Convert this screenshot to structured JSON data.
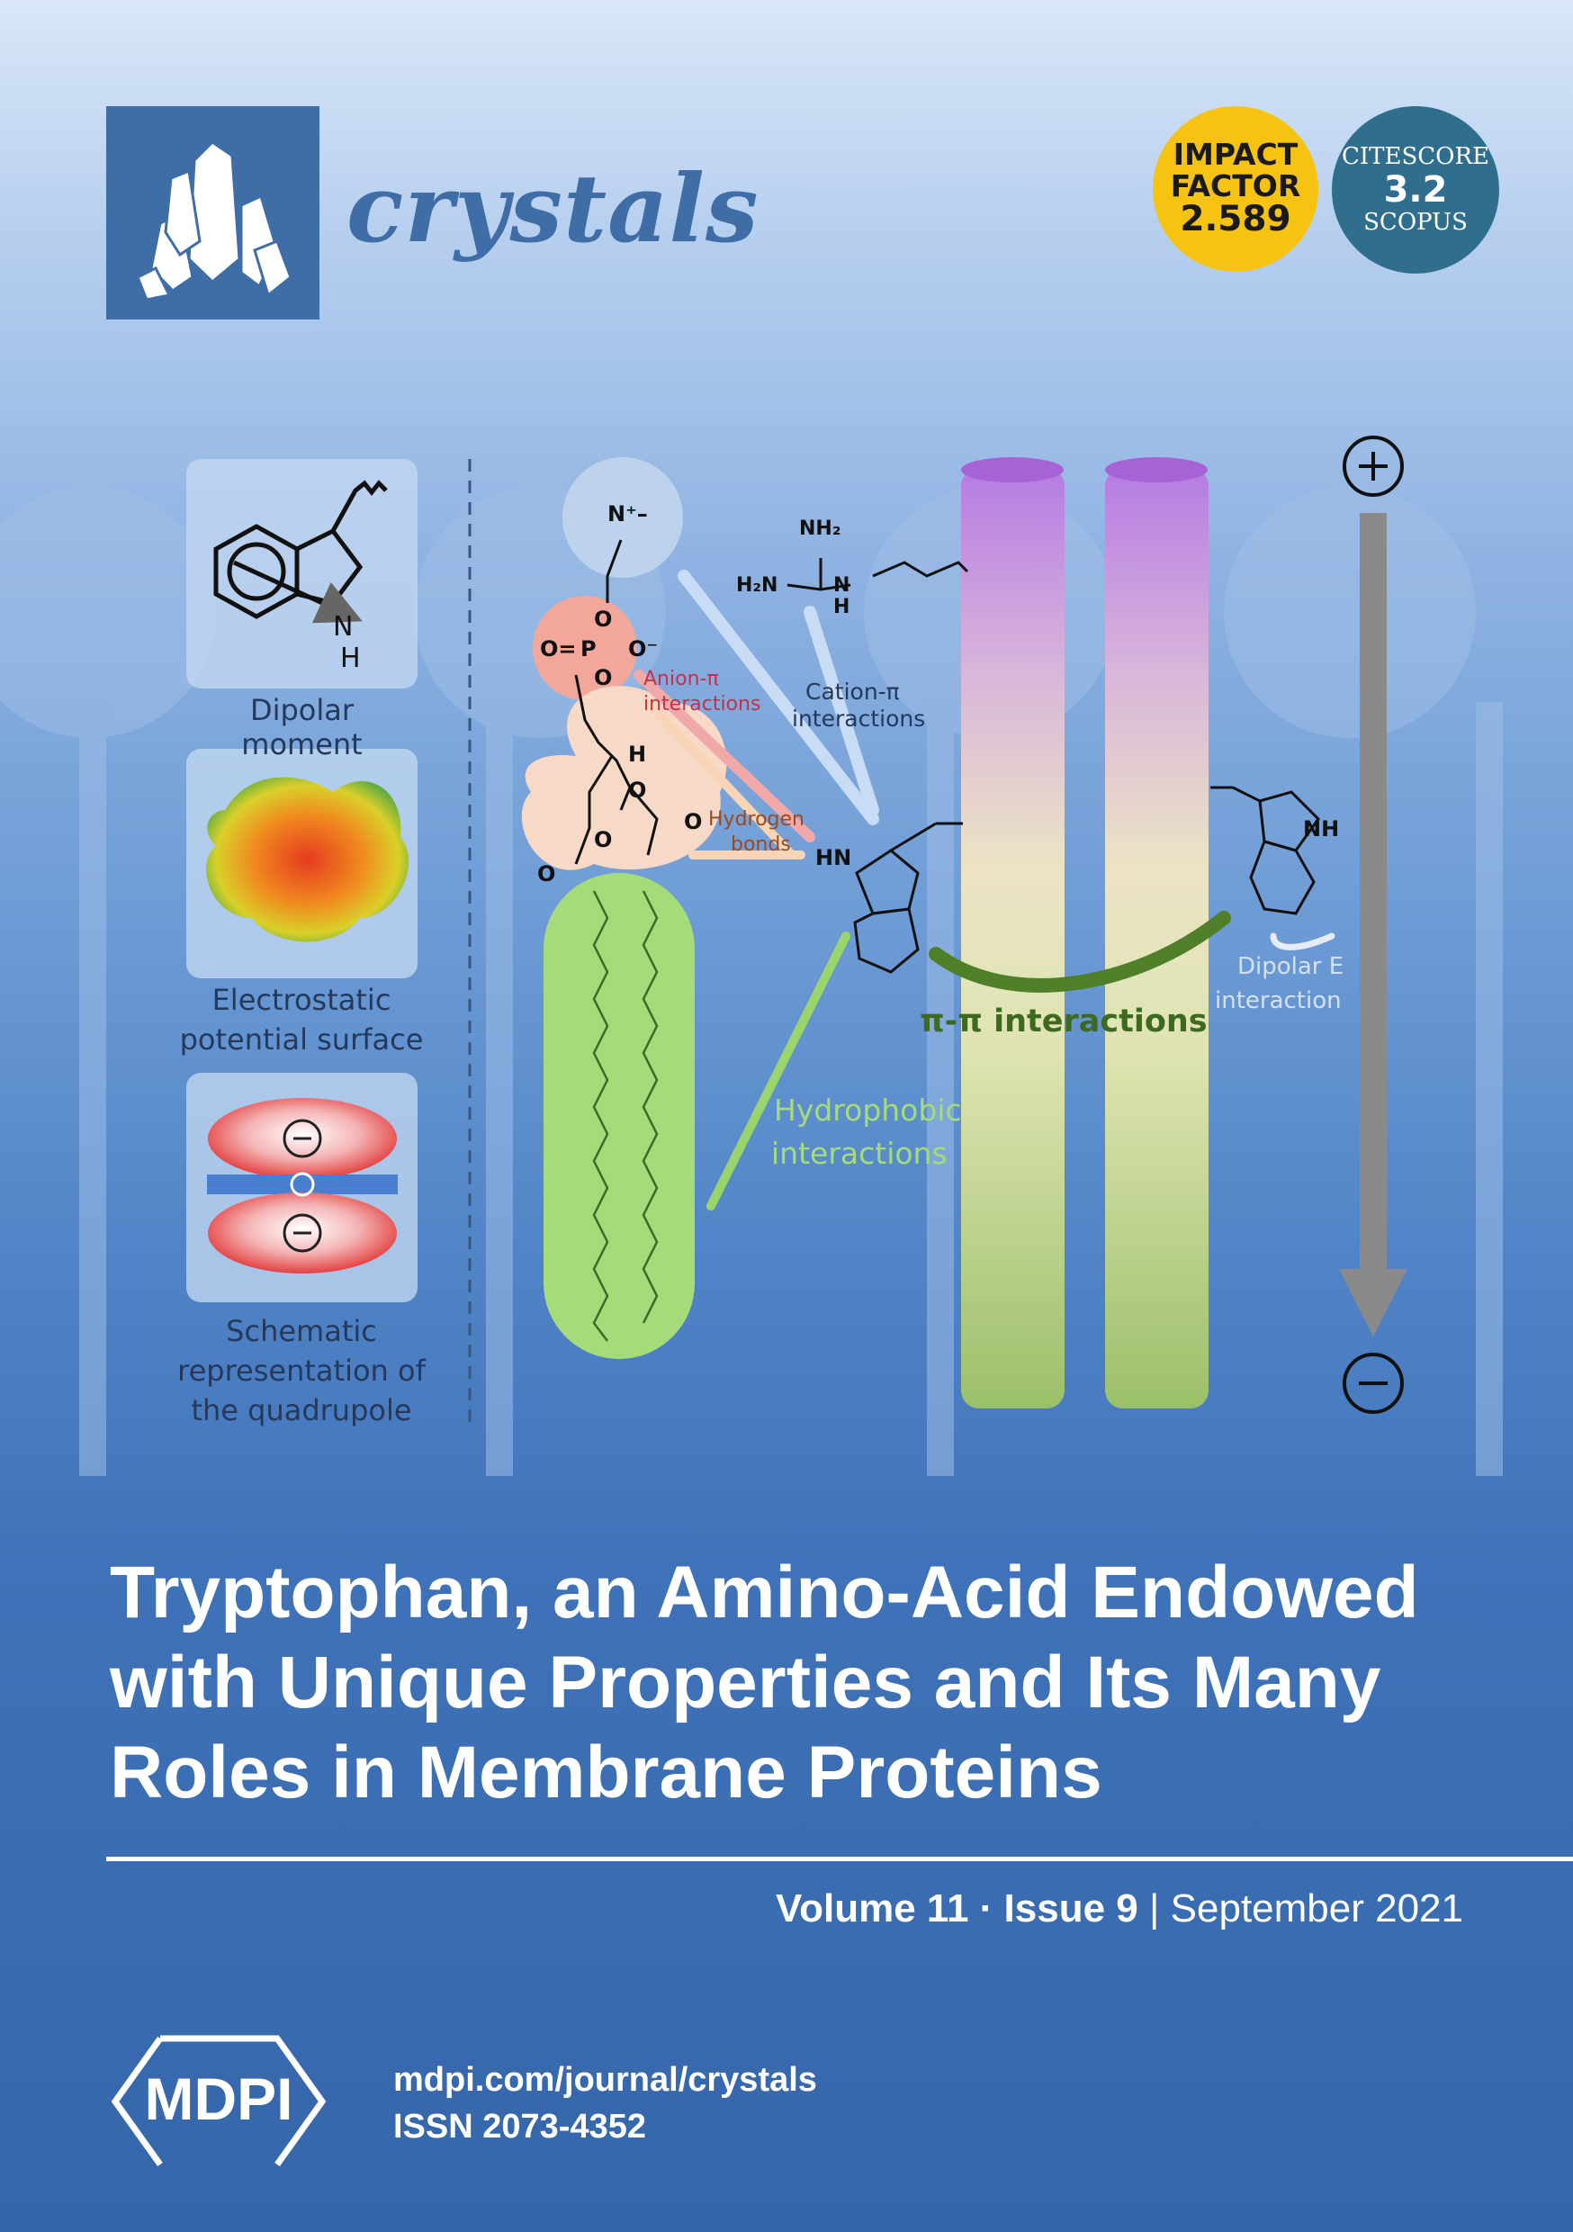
{
  "journal": {
    "name": "crystals"
  },
  "badges": {
    "impact": {
      "line1": "IMPACT",
      "line2": "FACTOR",
      "value": "2.589"
    },
    "citescore": {
      "line1": "CITESCORE",
      "value": "3.2",
      "line3": "SCOPUS"
    }
  },
  "figure": {
    "panels": [
      {
        "caption": "Dipolar moment"
      },
      {
        "caption_l1": "Electrostatic",
        "caption_l2": "potential surface"
      },
      {
        "caption_l1": "Schematic",
        "caption_l2": "representation of",
        "caption_l3": "the quadrupole"
      }
    ],
    "labels": {
      "anion_l1": "Anion-π",
      "anion_l2": "interactions",
      "cation_l1": "Cation-π",
      "cation_l2": "interactions",
      "hbond_l1": "Hydrogen",
      "hbond_l2": "bonds",
      "hydrophobic_l1": "Hydrophobic",
      "hydrophobic_l2": "interactions",
      "pipi": "π-π interactions",
      "dipolar_l1": "Dipolar E",
      "dipolar_l2": "interaction"
    },
    "atoms": {
      "n_plus": "N⁺–",
      "nh2_top": "NH₂",
      "h2n": "H₂N",
      "n": "N",
      "h": "H",
      "hn": "HN",
      "nh": "NH",
      "o": "O",
      "o_minus": "O⁻",
      "p": "P",
      "o_double": "O=",
      "indole_n": "N",
      "indole_h": "H"
    },
    "signs": {
      "plus": "+",
      "minus": "−"
    }
  },
  "article": {
    "title_l1": "Tryptophan, an Amino-Acid Endowed",
    "title_l2": "with Unique Properties and Its Many",
    "title_l3": "Roles in Membrane Proteins"
  },
  "issue": {
    "volume": "Volume 11",
    "dot": " · ",
    "issue": "Issue 9",
    "sep": " | ",
    "date": "September 2021"
  },
  "publisher": {
    "logo": "MDPI",
    "url": "mdpi.com/journal/crystals",
    "issn": "ISSN 2073-4352"
  }
}
